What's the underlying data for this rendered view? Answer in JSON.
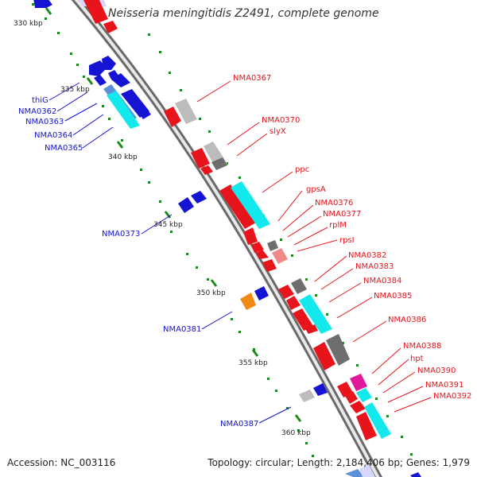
{
  "header": {
    "organism": "Neisseria meningitidis Z2491, complete genome"
  },
  "footer": {
    "accession_label": "Accession:",
    "accession": "NC_003116",
    "topology_label": "Topology:",
    "topology": "circular",
    "length_label": "Length:",
    "length": "2,184,406 bp",
    "genes_label": "Genes:",
    "genes": "1,979"
  },
  "colors": {
    "forward_strand": "#e8141c",
    "reverse_strand": "#1414d2",
    "cyan_feature": "#13e8ec",
    "gray_feature": "#bcbcbc",
    "dark_gray_feature": "#6e6e6e",
    "orange_feature": "#f08a14",
    "magenta_feature": "#e0189c",
    "pink_feature": "#f08a8a",
    "backbone": "#999999",
    "tick_mark": "#1a8a1a"
  },
  "scale_labels": [
    "330 kbp",
    "335 kbp",
    "340 kbp",
    "345 kbp",
    "350 kbp",
    "355 kbp",
    "360 kbp"
  ],
  "gene_labels_forward": [
    "NMA0367",
    "NMA0370",
    "slyX",
    "ppc",
    "gpsA",
    "NMA0376",
    "NMA0377",
    "rplM",
    "rpsI",
    "NMA0382",
    "NMA0383",
    "NMA0384",
    "NMA0385",
    "NMA0386",
    "NMA0388",
    "hpt",
    "NMA0390",
    "NMA0391",
    "NMA0392"
  ],
  "gene_labels_reverse": [
    "thiG",
    "NMA0362",
    "NMA0363",
    "NMA0364",
    "NMA0365",
    "NMA0373",
    "NMA0381",
    "NMA0387"
  ]
}
